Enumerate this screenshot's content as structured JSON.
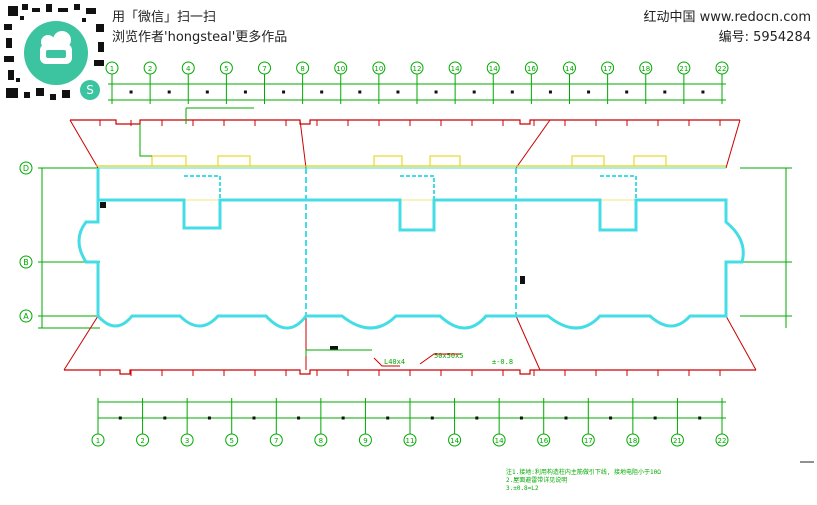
{
  "watermark": {
    "line1": "用「微信」扫一扫",
    "line2": "浏览作者'hongsteal'更多作品",
    "site": "红动中国 www.redocn.com",
    "code": "编号: 5954284"
  },
  "plan": {
    "top_axes": [
      "1",
      "2",
      "4",
      "5",
      "7",
      "8",
      "10",
      "10",
      "12",
      "14",
      "14",
      "16",
      "14",
      "17",
      "18",
      "21",
      "22"
    ],
    "bottom_axes": [
      "1",
      "2",
      "3",
      "5",
      "7",
      "8",
      "9",
      "11",
      "14",
      "14",
      "16",
      "17",
      "18",
      "21",
      "22"
    ],
    "left_axes": [
      "D",
      "B",
      "A"
    ],
    "notes": {
      "dim1": "50x50x5",
      "dim2": "L40x4",
      "lvl": "±-0.8",
      "footer1": "注1.接地:利用构造柱内主筋做引下线, 接地电阻小于10Ω",
      "footer2": "2.屋面避雷带详见说明",
      "footer3": "3.±0.8=L2"
    }
  },
  "colors": {
    "grid": "#00aa00",
    "wall": "#44dde6",
    "lightning": "#cc0000",
    "roof": "#e6d000"
  }
}
